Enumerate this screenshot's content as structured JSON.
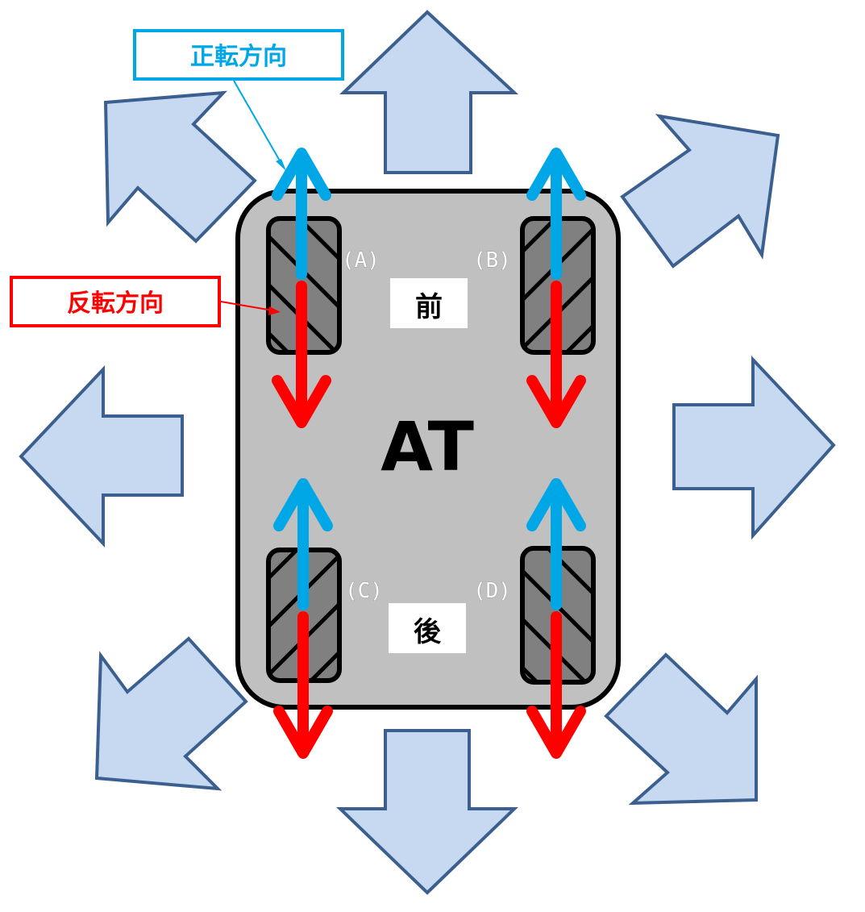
{
  "vehicle": {
    "label": "AT",
    "front_label": "前",
    "rear_label": "後"
  },
  "wheels": [
    {
      "id": "A",
      "label": "(A)"
    },
    {
      "id": "B",
      "label": "(B)"
    },
    {
      "id": "C",
      "label": "(C)"
    },
    {
      "id": "D",
      "label": "(D)"
    }
  ],
  "legend": {
    "forward": {
      "text": "正転方向",
      "color": "#00a7e6"
    },
    "reverse": {
      "text": "反転方向",
      "color": "#ff0000"
    }
  },
  "movement_directions": [
    "up",
    "up-right",
    "right",
    "down-right",
    "down",
    "down-left",
    "left",
    "up-left"
  ],
  "colors": {
    "body_fill": "#c0c0c0",
    "body_stroke": "#000000",
    "wheel_fill": "#808080",
    "block_arrow_fill": "#c6d9f1",
    "block_arrow_stroke": "#3b5f8e",
    "forward_arrow": "#00a7e6",
    "reverse_arrow": "#ff0000"
  }
}
